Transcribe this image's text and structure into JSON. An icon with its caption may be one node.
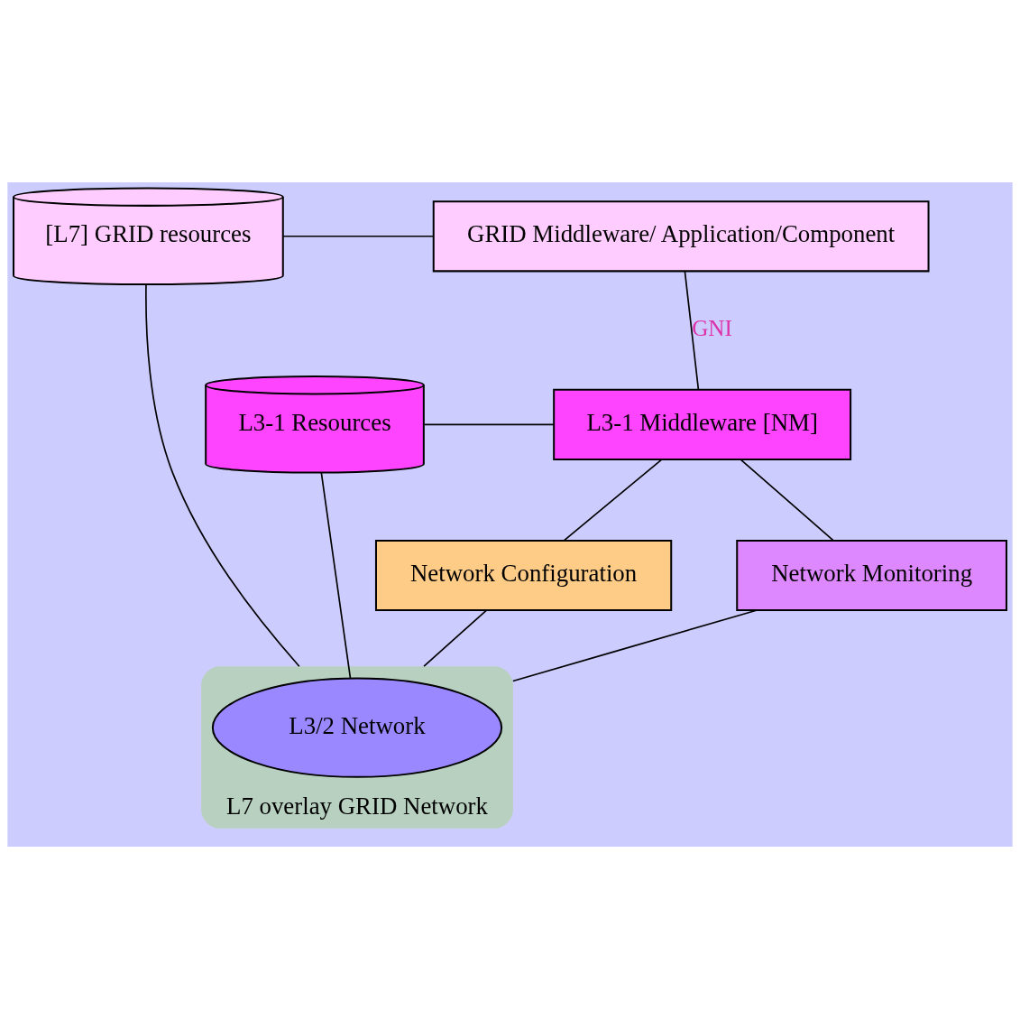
{
  "diagram": {
    "nodes": [
      {
        "text": [
          "[L7] GRID resources"
        ]
      },
      {
        "text": [
          "GRID Middleware/ Application/Component"
        ]
      },
      {
        "text": [
          "L3-1 Resources"
        ]
      },
      {
        "text": [
          "L3-1 Middleware [NM]"
        ]
      },
      {
        "text": [
          "Network Configuration"
        ]
      },
      {
        "text": [
          "Network Monitoring"
        ]
      },
      {
        "text": [
          "L7 overlay GRID Network"
        ]
      },
      {
        "text": [
          "L3/2 Network"
        ],
        "in": 6
      }
    ],
    "edges": [
      {
        "from": 0,
        "to": 1,
        "arrow": "none"
      },
      {
        "from": 1,
        "to": 3,
        "arrow": "none",
        "label": "GNI"
      },
      {
        "from": 2,
        "to": 3,
        "arrow": "none"
      },
      {
        "from": 3,
        "to": 4,
        "arrow": "none"
      },
      {
        "from": 3,
        "to": 5,
        "arrow": "none"
      },
      {
        "from": 4,
        "to": 6,
        "arrow": "none"
      },
      {
        "from": 5,
        "to": 6,
        "arrow": "none"
      },
      {
        "from": 2,
        "to": 7,
        "arrow": "none"
      },
      {
        "from": 0,
        "to": 6,
        "arrow": "none"
      }
    ]
  }
}
